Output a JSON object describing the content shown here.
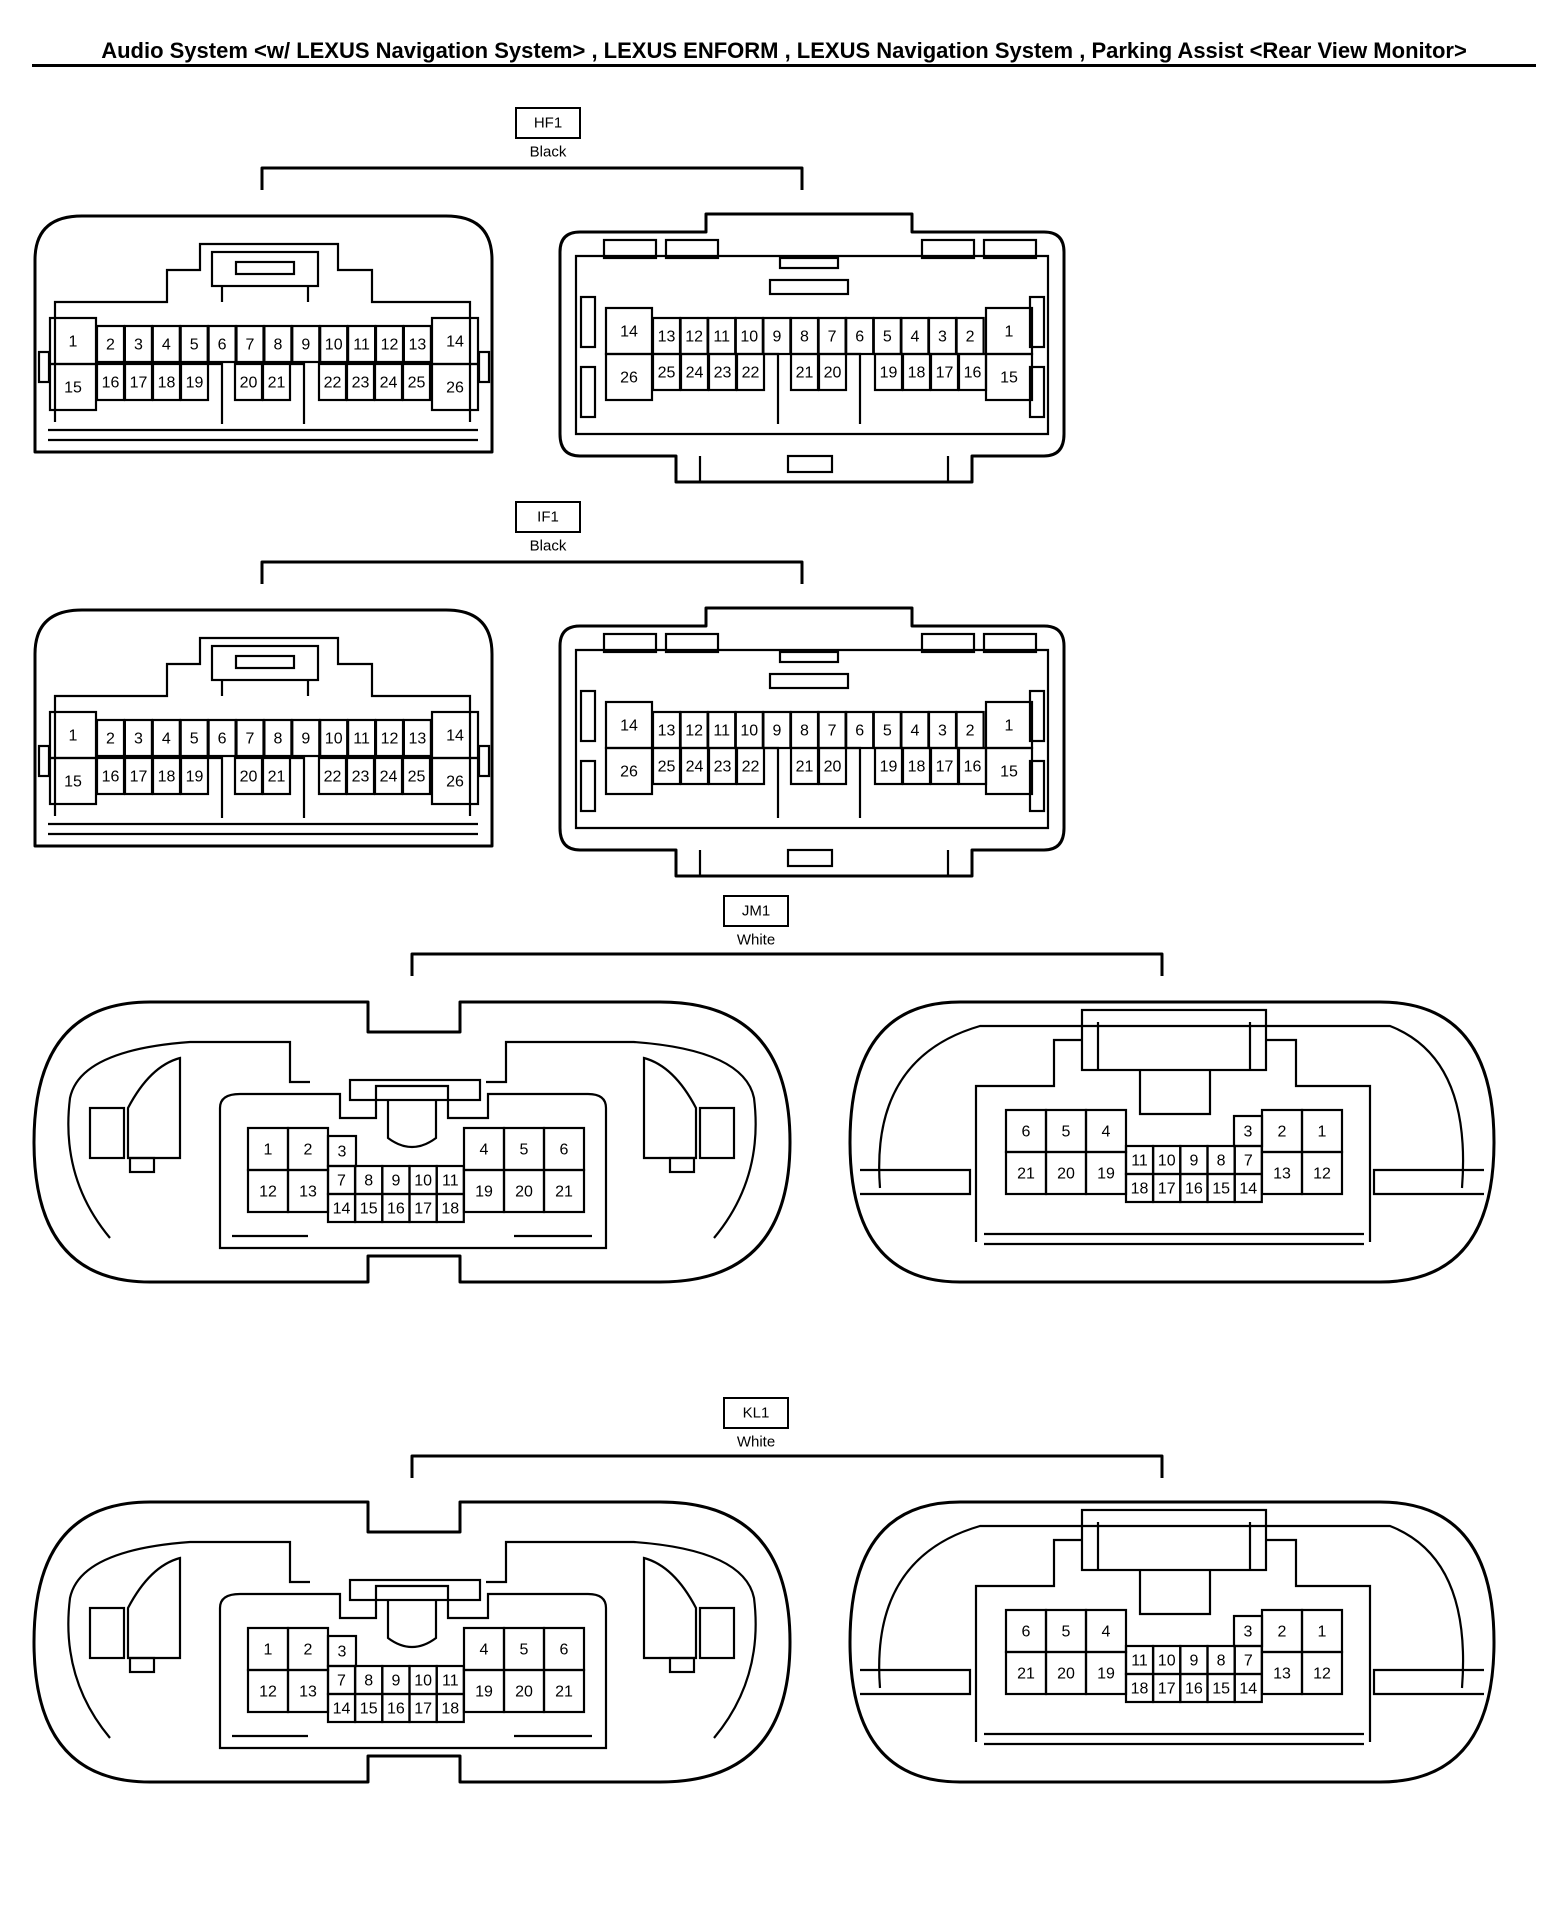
{
  "header": {
    "title": "Audio System <w/ LEXUS Navigation System> , LEXUS ENFORM , LEXUS Navigation System , Parking Assist <Rear View Monitor>"
  },
  "connectors": [
    {
      "code": "HF1",
      "color": "Black",
      "style": "26-pin",
      "left_top": [
        "1",
        "2",
        "3",
        "4",
        "5",
        "6",
        "7",
        "8",
        "9",
        "10",
        "11",
        "12",
        "13",
        "14"
      ],
      "left_bottom": [
        "15",
        "16",
        "17",
        "18",
        "19",
        "20",
        "21",
        "22",
        "23",
        "24",
        "25",
        "26"
      ],
      "right_top": [
        "14",
        "13",
        "12",
        "11",
        "10",
        "9",
        "8",
        "7",
        "6",
        "5",
        "4",
        "3",
        "2",
        "1"
      ],
      "right_bottom": [
        "26",
        "25",
        "24",
        "23",
        "22",
        "21",
        "20",
        "19",
        "18",
        "17",
        "16",
        "15"
      ]
    },
    {
      "code": "IF1",
      "color": "Black",
      "style": "26-pin",
      "left_top": [
        "1",
        "2",
        "3",
        "4",
        "5",
        "6",
        "7",
        "8",
        "9",
        "10",
        "11",
        "12",
        "13",
        "14"
      ],
      "left_bottom": [
        "15",
        "16",
        "17",
        "18",
        "19",
        "20",
        "21",
        "22",
        "23",
        "24",
        "25",
        "26"
      ],
      "right_top": [
        "14",
        "13",
        "12",
        "11",
        "10",
        "9",
        "8",
        "7",
        "6",
        "5",
        "4",
        "3",
        "2",
        "1"
      ],
      "right_bottom": [
        "26",
        "25",
        "24",
        "23",
        "22",
        "21",
        "20",
        "19",
        "18",
        "17",
        "16",
        "15"
      ]
    },
    {
      "code": "JM1",
      "color": "White",
      "style": "21-pin",
      "left_big_top": [
        "1",
        "2",
        "4",
        "5",
        "6"
      ],
      "left_big_bottom": [
        "12",
        "13",
        "19",
        "20",
        "21"
      ],
      "left_small_top": [
        "3"
      ],
      "left_small_mid": [
        "7",
        "8",
        "9",
        "10",
        "11"
      ],
      "left_small_bottom": [
        "14",
        "15",
        "16",
        "17",
        "18"
      ],
      "right_big_top": [
        "6",
        "5",
        "4",
        "2",
        "1"
      ],
      "right_big_bottom": [
        "21",
        "20",
        "19",
        "13",
        "12"
      ],
      "right_small_top": [
        "3"
      ],
      "right_small_mid": [
        "11",
        "10",
        "9",
        "8",
        "7"
      ],
      "right_small_bottom": [
        "18",
        "17",
        "16",
        "15",
        "14"
      ]
    },
    {
      "code": "KL1",
      "color": "White",
      "style": "21-pin",
      "left_big_top": [
        "1",
        "2",
        "4",
        "5",
        "6"
      ],
      "left_big_bottom": [
        "12",
        "13",
        "19",
        "20",
        "21"
      ],
      "left_small_top": [
        "3"
      ],
      "left_small_mid": [
        "7",
        "8",
        "9",
        "10",
        "11"
      ],
      "left_small_bottom": [
        "14",
        "15",
        "16",
        "17",
        "18"
      ],
      "right_big_top": [
        "6",
        "5",
        "4",
        "2",
        "1"
      ],
      "right_big_bottom": [
        "21",
        "20",
        "19",
        "13",
        "12"
      ],
      "right_small_top": [
        "3"
      ],
      "right_small_mid": [
        "11",
        "10",
        "9",
        "8",
        "7"
      ],
      "right_small_bottom": [
        "18",
        "17",
        "16",
        "15",
        "14"
      ]
    }
  ]
}
